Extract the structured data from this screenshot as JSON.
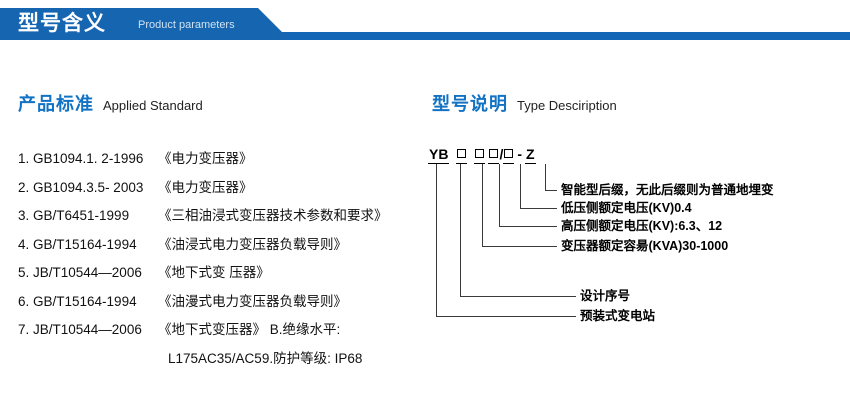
{
  "banner": {
    "title": "型号含义",
    "subtitle": "Product parameters",
    "color_dark": "#1565b0",
    "color_bar": "#1266b5"
  },
  "sections": {
    "left": {
      "heading_cn": "产品标准",
      "heading_en": "Applied Standard"
    },
    "right": {
      "heading_cn": "型号说明",
      "heading_en": "Type Desciription"
    }
  },
  "standards": [
    {
      "index": "1.",
      "code": "GB1094.1. 2-1996",
      "name": "《电力变压器》"
    },
    {
      "index": "2.",
      "code": "GB1094.3.5- 2003",
      "name": "《电力变压器》"
    },
    {
      "index": "3.",
      "code": "GB/T6451-1999",
      "name": "《三相油浸式变压器技术参数和要求》"
    },
    {
      "index": "4.",
      "code": "GB/T15164-1994",
      "name": "《油浸式电力变压器负载导则》"
    },
    {
      "index": "5.",
      "code": "JB/T10544—2006",
      "name": "《地下式变 压器》"
    },
    {
      "index": "6.",
      "code": "GB/T15164-1994",
      "name": "《油漫式电力变压器负载导则》"
    },
    {
      "index": "7.",
      "code": "JB/T10544—2006",
      "name": "《地下式变压器》 B.绝缘水平:"
    }
  ],
  "standards_continuation": "L175AC35/AC59.防护等级: IP68",
  "model_code": {
    "prefix": "YB",
    "suffix": "Z",
    "slash": "/",
    "dash": "-"
  },
  "annotations": [
    {
      "id": "suffix",
      "text": "智能型后缀，无此后缀则为普通地埋变"
    },
    {
      "id": "lv-voltage",
      "text": "低压侧额定电压(KV)0.4"
    },
    {
      "id": "hv-voltage",
      "text": "高压侧额定电压(KV):6.3、12"
    },
    {
      "id": "capacity",
      "text": "变压器额定容昜(KVA)30-1000"
    },
    {
      "id": "design-serial",
      "text": "设计序号"
    },
    {
      "id": "substation",
      "text": "预装式变电站"
    }
  ]
}
